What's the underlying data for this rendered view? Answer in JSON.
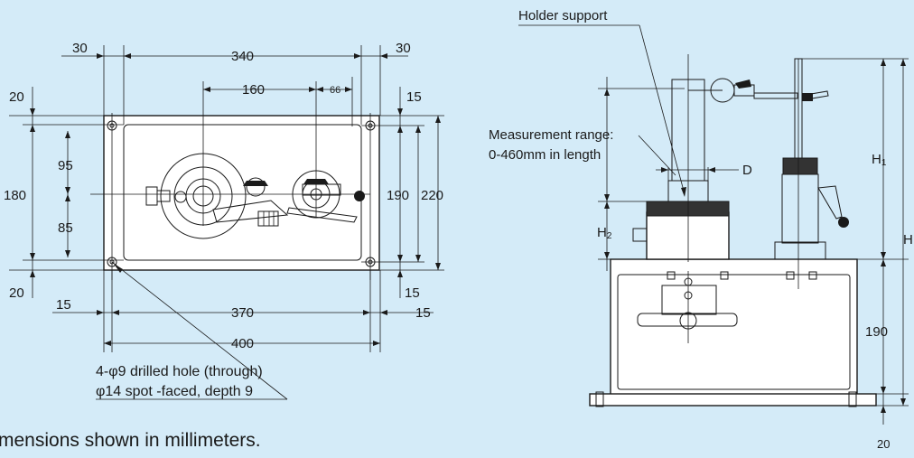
{
  "top_view": {
    "dims": {
      "d30_left": "30",
      "d340": "340",
      "d30_right": "30",
      "d160": "160",
      "d66": "66",
      "d20_top": "20",
      "d15_top": "15",
      "d95": "95",
      "d180": "180",
      "d85": "85",
      "d190": "190",
      "d220": "220",
      "d20_bottom": "20",
      "d15_bottom": "15",
      "d15_left": "15",
      "d370": "370",
      "d15_right": "15",
      "d400": "400"
    },
    "hole_note_line1": "4-φ9 drilled hole (through)",
    "hole_note_line2": "φ14 spot -faced, depth 9"
  },
  "footer_note": "mensions shown in millimeters.",
  "side_view": {
    "holder_support": "Holder support",
    "range_line1": "Measurement range:",
    "range_line2": "0-460mm in length",
    "D": "D",
    "H1_main": "H",
    "H1_sub": "1",
    "H2_main": "H",
    "H2_sub": "2",
    "H": "H",
    "d190": "190",
    "d20": "20"
  }
}
